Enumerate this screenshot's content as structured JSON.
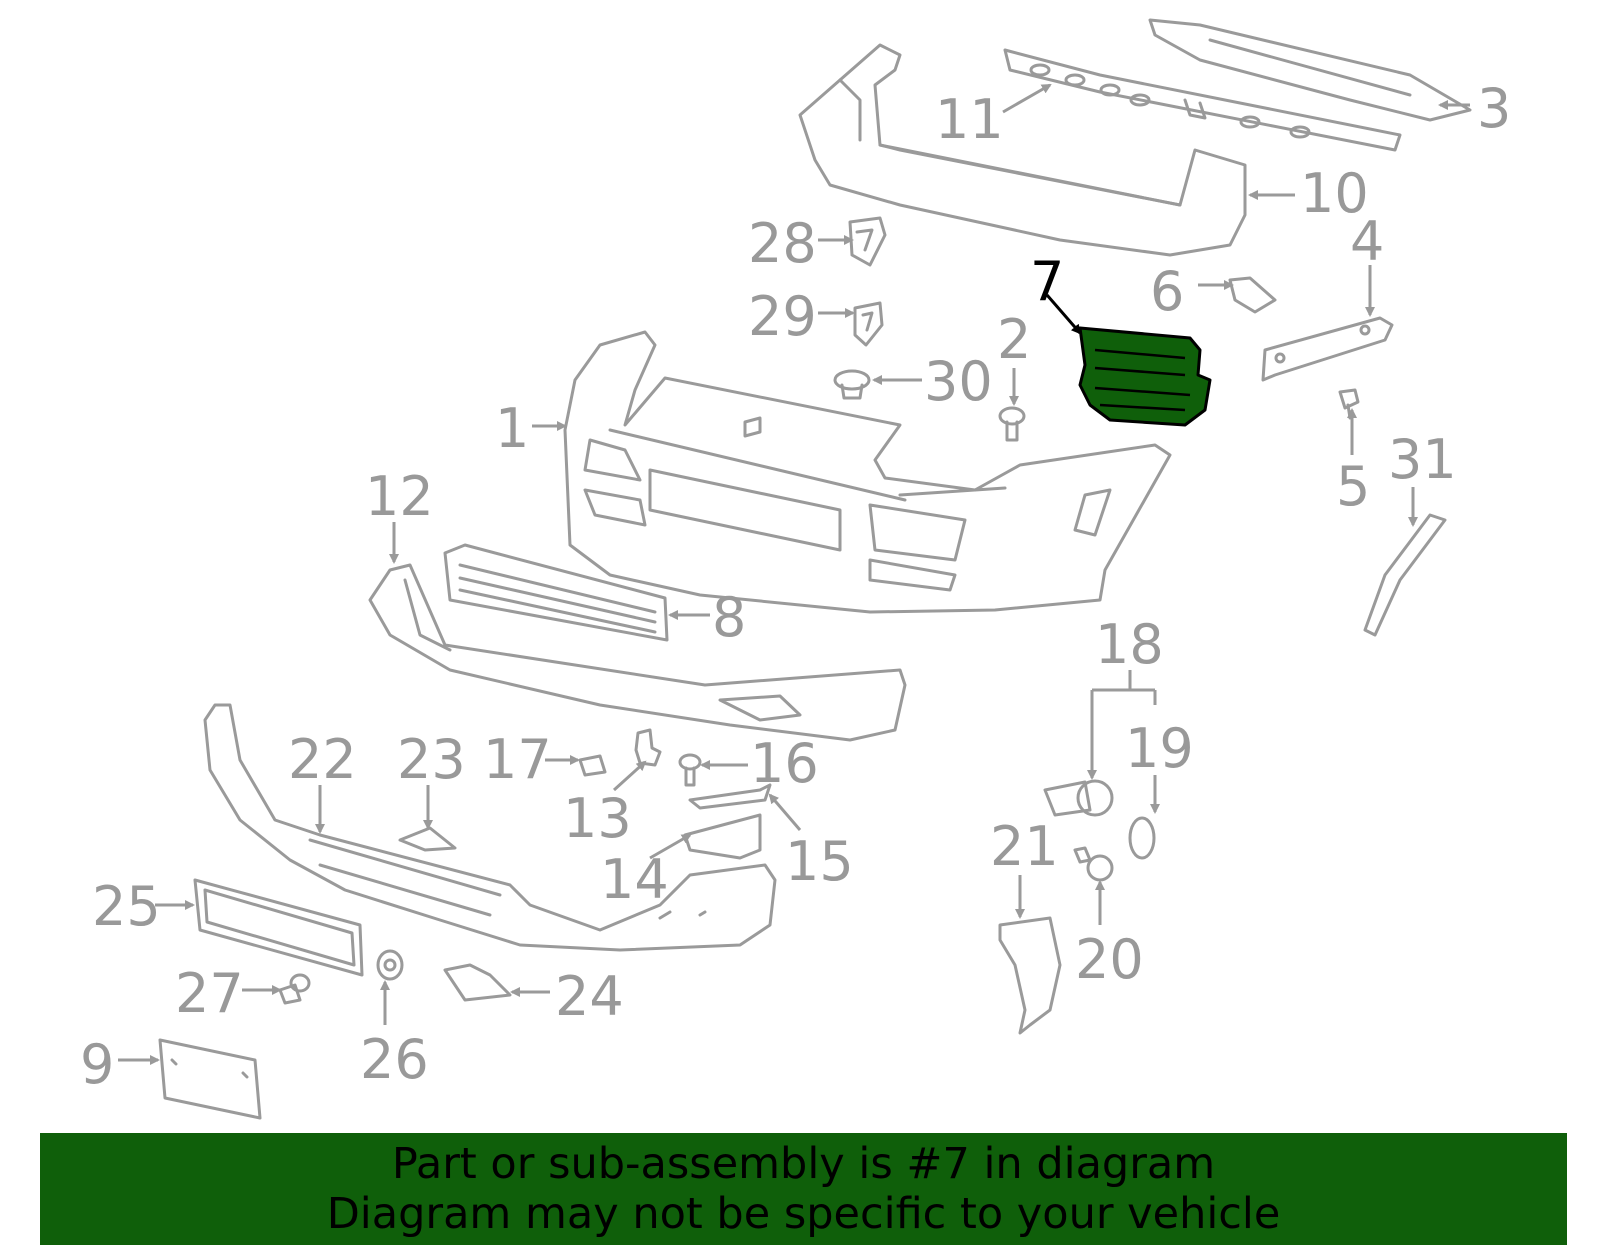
{
  "diagram": {
    "highlighted_part": "7",
    "highlight_color": "#0f5f0a",
    "line_color": "#9a9a9a",
    "callouts": [
      "1",
      "2",
      "3",
      "4",
      "5",
      "6",
      "7",
      "8",
      "9",
      "10",
      "11",
      "12",
      "13",
      "14",
      "15",
      "16",
      "17",
      "18",
      "19",
      "20",
      "21",
      "22",
      "23",
      "24",
      "25",
      "26",
      "27",
      "28",
      "29",
      "30",
      "31"
    ]
  },
  "banner": {
    "line1": "Part or sub-assembly is #7 in diagram",
    "line2": "Diagram may not be specific to your vehicle",
    "background": "#0f5f0a"
  }
}
